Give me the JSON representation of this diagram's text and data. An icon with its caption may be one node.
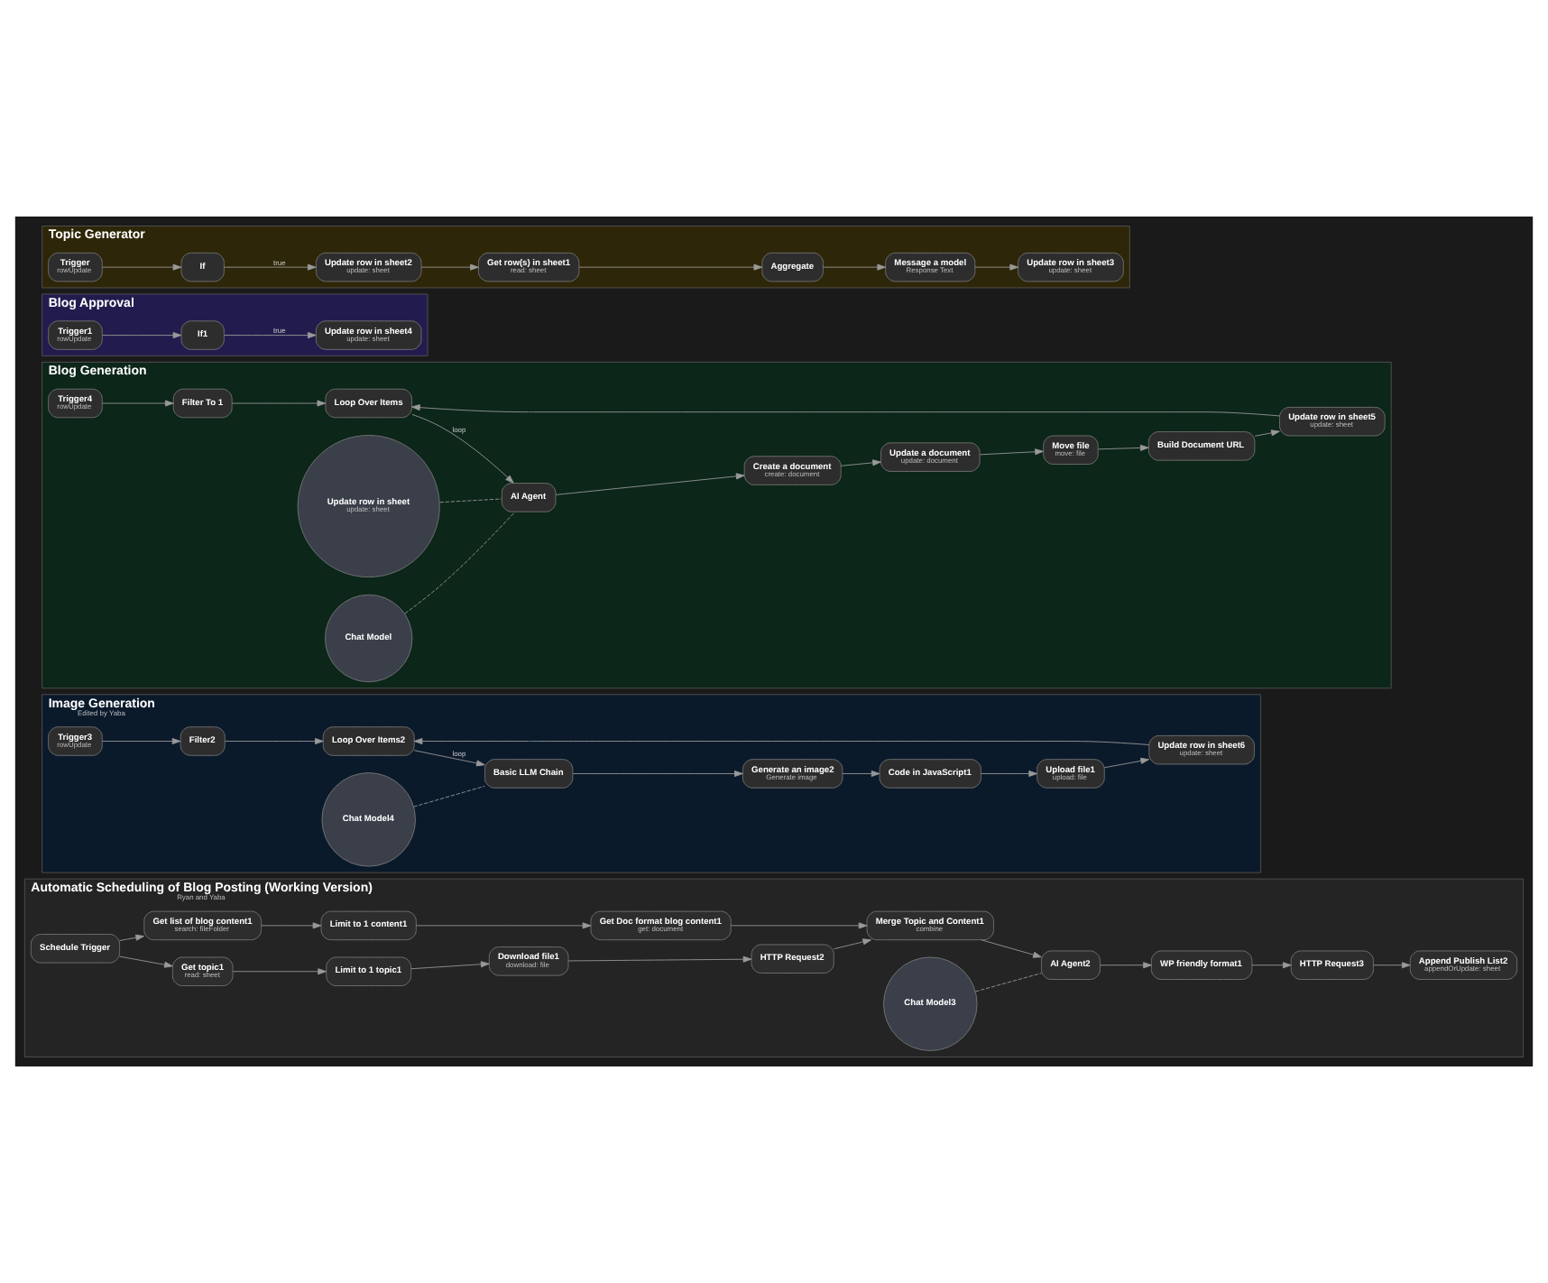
{
  "diagram": {
    "nodes": [
      {
        "text": [
          "Topic Generator"
        ]
      },
      {
        "text": [
          "Trigger",
          "rowUpdate"
        ],
        "in": 0
      },
      {
        "text": [
          "If"
        ],
        "in": 0
      },
      {
        "text": [
          "Update row in sheet2",
          "update: sheet"
        ],
        "in": 0
      },
      {
        "text": [
          "Get row(s) in sheet1",
          "read: sheet"
        ],
        "in": 0
      },
      {
        "text": [
          "Aggregate"
        ],
        "in": 0
      },
      {
        "text": [
          "Message a model",
          "Response Text"
        ],
        "in": 0
      },
      {
        "text": [
          "Update row in sheet3",
          "update: sheet"
        ],
        "in": 0
      },
      {
        "text": [
          "Blog Approval"
        ]
      },
      {
        "text": [
          "Trigger1",
          "rowUpdate"
        ],
        "in": 8
      },
      {
        "text": [
          "If1"
        ],
        "in": 8
      },
      {
        "text": [
          "Update row in sheet4",
          "update: sheet"
        ],
        "in": 8
      },
      {
        "text": [
          "Blog Generation"
        ]
      },
      {
        "text": [
          "Trigger4",
          "rowUpdate"
        ],
        "in": 12
      },
      {
        "text": [
          "Filter To 1"
        ],
        "in": 12
      },
      {
        "text": [
          "Loop Over Items"
        ],
        "in": 12
      },
      {
        "text": [
          "AI Agent"
        ],
        "in": 12
      },
      {
        "text": [
          "Create a document",
          "create: document"
        ],
        "in": 12
      },
      {
        "text": [
          "Update a document",
          "update: document"
        ],
        "in": 12
      },
      {
        "text": [
          "Move file",
          "move: file"
        ],
        "in": 12
      },
      {
        "text": [
          "Build Document URL"
        ],
        "in": 12
      },
      {
        "text": [
          "Update row in sheet5",
          "update: sheet"
        ],
        "in": 12
      },
      {
        "text": [
          "Update row in sheet",
          "update: sheet"
        ],
        "in": 12
      },
      {
        "text": [
          "Chat Model"
        ],
        "in": 12
      },
      {
        "text": [
          "Image Generation",
          "Edited by Yaba"
        ]
      },
      {
        "text": [
          "Trigger3",
          "rowUpdate"
        ],
        "in": 24
      },
      {
        "text": [
          "Filter2"
        ],
        "in": 24
      },
      {
        "text": [
          "Loop Over Items2"
        ],
        "in": 24
      },
      {
        "text": [
          "Basic LLM Chain"
        ],
        "in": 24
      },
      {
        "text": [
          "Chat Model4"
        ],
        "in": 24
      },
      {
        "text": [
          "Generate an image2",
          "Generate image"
        ],
        "in": 24
      },
      {
        "text": [
          "Code in JavaScript1"
        ],
        "in": 24
      },
      {
        "text": [
          "Upload file1",
          "upload: file"
        ],
        "in": 24
      },
      {
        "text": [
          "Update row in sheet6",
          "update: sheet"
        ],
        "in": 24
      },
      {
        "text": [
          "Automatic Scheduling of Blog Posting (Working Version)",
          "Ryan and Yaba"
        ]
      },
      {
        "text": [
          "Schedule Trigger"
        ],
        "in": 34
      },
      {
        "text": [
          "Get topic1",
          "read: sheet"
        ],
        "in": 34
      },
      {
        "text": [
          "Limit to 1 topic1"
        ],
        "in": 34
      },
      {
        "text": [
          "Download file1",
          "download: file"
        ],
        "in": 34
      },
      {
        "text": [
          "HTTP Request2"
        ],
        "in": 34
      },
      {
        "text": [
          "Get list of blog content1",
          "search: fileFolder"
        ],
        "in": 34
      },
      {
        "text": [
          "Limit to 1 content1"
        ],
        "in": 34
      },
      {
        "text": [
          "Get Doc format blog content1",
          "get: document"
        ],
        "in": 34
      },
      {
        "text": [
          "Merge Topic and Content1",
          "combine"
        ],
        "in": 34
      },
      {
        "text": [
          "AI Agent2"
        ],
        "in": 34
      },
      {
        "text": [
          "Chat Model3"
        ],
        "in": 34
      },
      {
        "text": [
          "WP friendly format1"
        ],
        "in": 34
      },
      {
        "text": [
          "HTTP Request3"
        ],
        "in": 34
      },
      {
        "text": [
          "Append Publish List2",
          "appendOrUpdate: sheet"
        ],
        "in": 34
      }
    ],
    "edges": [
      {
        "from": 1,
        "to": 2,
        "arrow": "to"
      },
      {
        "from": 2,
        "to": 3,
        "arrow": "to",
        "label": "true"
      },
      {
        "from": 3,
        "to": 4,
        "arrow": "to"
      },
      {
        "from": 4,
        "to": 5,
        "arrow": "to"
      },
      {
        "from": 5,
        "to": 6,
        "arrow": "to"
      },
      {
        "from": 6,
        "to": 7,
        "arrow": "to"
      },
      {
        "from": 9,
        "to": 10,
        "arrow": "to"
      },
      {
        "from": 10,
        "to": 11,
        "arrow": "to",
        "label": "true"
      },
      {
        "from": 13,
        "to": 14,
        "arrow": "to"
      },
      {
        "from": 14,
        "to": 15,
        "arrow": "to"
      },
      {
        "from": 15,
        "to": 16,
        "arrow": "to",
        "label": "loop"
      },
      {
        "from": 16,
        "to": 17,
        "arrow": "to"
      },
      {
        "from": 17,
        "to": 18,
        "arrow": "to"
      },
      {
        "from": 18,
        "to": 19,
        "arrow": "to"
      },
      {
        "from": 19,
        "to": 20,
        "arrow": "to"
      },
      {
        "from": 20,
        "to": 21,
        "arrow": "to"
      },
      {
        "from": 21,
        "to": 15,
        "arrow": "to"
      },
      {
        "from": 23,
        "to": 16,
        "arrow": "none",
        "style": "dashed"
      },
      {
        "from": 22,
        "to": 16,
        "arrow": "none",
        "style": "dashed"
      },
      {
        "from": 25,
        "to": 26,
        "arrow": "to"
      },
      {
        "from": 26,
        "to": 27,
        "arrow": "to"
      },
      {
        "from": 27,
        "to": 28,
        "arrow": "to",
        "label": "loop"
      },
      {
        "from": 28,
        "to": 30,
        "arrow": "to"
      },
      {
        "from": 30,
        "to": 31,
        "arrow": "to"
      },
      {
        "from": 31,
        "to": 32,
        "arrow": "to"
      },
      {
        "from": 32,
        "to": 33,
        "arrow": "to"
      },
      {
        "from": 33,
        "to": 27,
        "arrow": "to"
      },
      {
        "from": 29,
        "to": 28,
        "arrow": "none",
        "style": "dashed"
      },
      {
        "from": 35,
        "to": 36,
        "arrow": "to"
      },
      {
        "from": 35,
        "to": 40,
        "arrow": "to"
      },
      {
        "from": 36,
        "to": 37,
        "arrow": "to"
      },
      {
        "from": 37,
        "to": 38,
        "arrow": "to"
      },
      {
        "from": 38,
        "to": 39,
        "arrow": "to"
      },
      {
        "from": 39,
        "to": 43,
        "arrow": "to"
      },
      {
        "from": 40,
        "to": 41,
        "arrow": "to"
      },
      {
        "from": 41,
        "to": 42,
        "arrow": "to"
      },
      {
        "from": 42,
        "to": 43,
        "arrow": "to"
      },
      {
        "from": 43,
        "to": 44,
        "arrow": "to"
      },
      {
        "from": 45,
        "to": 44,
        "arrow": "none",
        "style": "dashed"
      },
      {
        "from": 44,
        "to": 46,
        "arrow": "to"
      },
      {
        "from": 46,
        "to": 47,
        "arrow": "to"
      },
      {
        "from": 47,
        "to": 48,
        "arrow": "to"
      }
    ]
  }
}
